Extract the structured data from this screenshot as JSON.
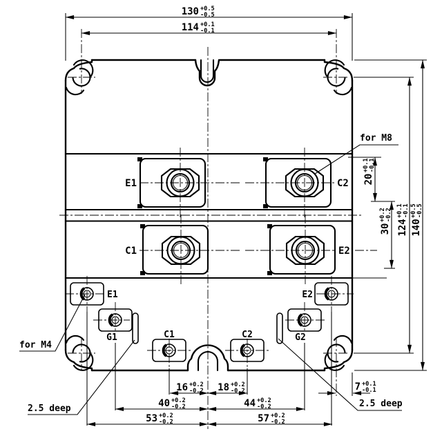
{
  "labels": {
    "main": [
      {
        "id": "E1"
      },
      {
        "id": "C2"
      },
      {
        "id": "C1"
      },
      {
        "id": "E2"
      }
    ],
    "aux": [
      {
        "id": "E1"
      },
      {
        "id": "G1"
      },
      {
        "id": "C1"
      },
      {
        "id": "C2"
      },
      {
        "id": "G2"
      },
      {
        "id": "E2"
      }
    ]
  },
  "notes": {
    "m8": "for M8",
    "m4": "for M4",
    "deep_left": "2.5 deep",
    "deep_right": "2.5 deep"
  },
  "dims": {
    "w130": {
      "v": "130",
      "p": "+0.5",
      "m": "-0.5"
    },
    "w114": {
      "v": "114",
      "p": "+0.1",
      "m": "-0.1"
    },
    "h20": {
      "v": "20",
      "p": "+0.1",
      "m": "-0.1"
    },
    "h30": {
      "v": "30",
      "p": "+0.2",
      "m": "-0.2"
    },
    "h124": {
      "v": "124",
      "p": "+0.1",
      "m": "-0.1"
    },
    "h140": {
      "v": "140",
      "p": "+0.5",
      "m": "-0.5"
    },
    "b16": {
      "v": "16",
      "p": "+0.2",
      "m": "-0.2"
    },
    "b18": {
      "v": "18",
      "p": "+0.2",
      "m": "-0.2"
    },
    "b40": {
      "v": "40",
      "p": "+0.2",
      "m": "-0.2"
    },
    "b44": {
      "v": "44",
      "p": "+0.2",
      "m": "-0.2"
    },
    "b53": {
      "v": "53",
      "p": "+0.2",
      "m": "-0.2"
    },
    "b57": {
      "v": "57",
      "p": "+0.2",
      "m": "-0.2"
    },
    "b7": {
      "v": "7",
      "p": "+0.1",
      "m": "-0.1"
    }
  }
}
